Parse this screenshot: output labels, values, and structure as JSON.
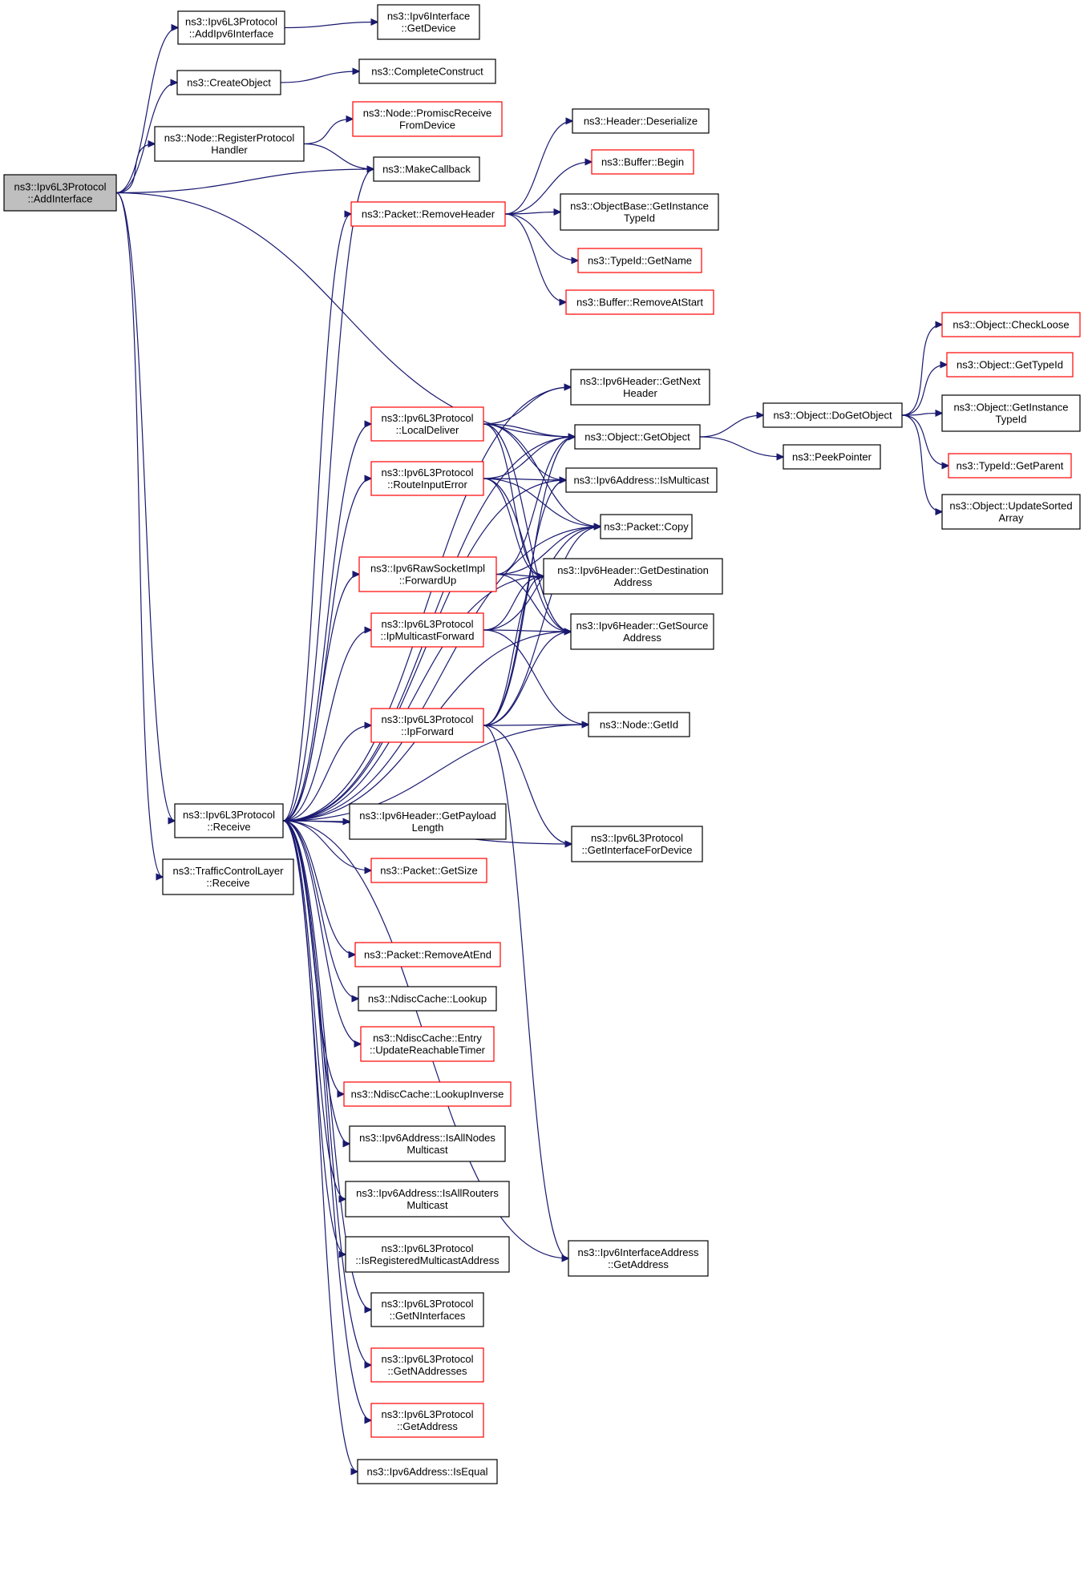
{
  "colors": {
    "edge": "#191970",
    "border_normal": "#000000",
    "border_highlight": "#ff0000",
    "root_fill": "#bfbfbf",
    "node_fill": "#ffffff"
  },
  "nodes": [
    {
      "id": "root",
      "lines": [
        "ns3::Ipv6L3Protocol",
        "::AddInterface"
      ],
      "style": "root"
    },
    {
      "id": "addIpv6Interface",
      "lines": [
        "ns3::Ipv6L3Protocol",
        "::AddIpv6Interface"
      ],
      "style": "black"
    },
    {
      "id": "ifaceGetDevice",
      "lines": [
        "ns3::Ipv6Interface",
        "::GetDevice"
      ],
      "style": "black"
    },
    {
      "id": "createObject",
      "lines": [
        "ns3::CreateObject"
      ],
      "style": "black"
    },
    {
      "id": "completeConstruct",
      "lines": [
        "ns3::CompleteConstruct"
      ],
      "style": "black"
    },
    {
      "id": "registerProtocolHandler",
      "lines": [
        "ns3::Node::RegisterProtocol",
        "Handler"
      ],
      "style": "black"
    },
    {
      "id": "promiscReceive",
      "lines": [
        "ns3::Node::PromiscReceive",
        "FromDevice"
      ],
      "style": "red"
    },
    {
      "id": "makeCallback",
      "lines": [
        "ns3::MakeCallback"
      ],
      "style": "black"
    },
    {
      "id": "headerDeserialize",
      "lines": [
        "ns3::Header::Deserialize"
      ],
      "style": "black"
    },
    {
      "id": "bufferBegin",
      "lines": [
        "ns3::Buffer::Begin"
      ],
      "style": "red"
    },
    {
      "id": "removeHeader",
      "lines": [
        "ns3::Packet::RemoveHeader"
      ],
      "style": "red"
    },
    {
      "id": "objectBaseGetInstanceTypeId",
      "lines": [
        "ns3::ObjectBase::GetInstance",
        "TypeId"
      ],
      "style": "black"
    },
    {
      "id": "typeIdGetName",
      "lines": [
        "ns3::TypeId::GetName"
      ],
      "style": "red"
    },
    {
      "id": "bufferRemoveAtStart",
      "lines": [
        "ns3::Buffer::RemoveAtStart"
      ],
      "style": "red"
    },
    {
      "id": "objectCheckLoose",
      "lines": [
        "ns3::Object::CheckLoose"
      ],
      "style": "red"
    },
    {
      "id": "objectGetTypeId",
      "lines": [
        "ns3::Object::GetTypeId"
      ],
      "style": "red"
    },
    {
      "id": "getNextHeader",
      "lines": [
        "ns3::Ipv6Header::GetNext",
        "Header"
      ],
      "style": "black"
    },
    {
      "id": "objectDoGetObject",
      "lines": [
        "ns3::Object::DoGetObject"
      ],
      "style": "black"
    },
    {
      "id": "objectGetInstanceTypeId",
      "lines": [
        "ns3::Object::GetInstance",
        "TypeId"
      ],
      "style": "black"
    },
    {
      "id": "localDeliver",
      "lines": [
        "ns3::Ipv6L3Protocol",
        "::LocalDeliver"
      ],
      "style": "red"
    },
    {
      "id": "objectGetObject",
      "lines": [
        "ns3::Object::GetObject"
      ],
      "style": "black"
    },
    {
      "id": "typeIdGetParent",
      "lines": [
        "ns3::TypeId::GetParent"
      ],
      "style": "red"
    },
    {
      "id": "peekPointer",
      "lines": [
        "ns3::PeekPointer"
      ],
      "style": "black"
    },
    {
      "id": "routeInputError",
      "lines": [
        "ns3::Ipv6L3Protocol",
        "::RouteInputError"
      ],
      "style": "red"
    },
    {
      "id": "isMulticast",
      "lines": [
        "ns3::Ipv6Address::IsMulticast"
      ],
      "style": "black"
    },
    {
      "id": "updateSortedArray",
      "lines": [
        "ns3::Object::UpdateSorted",
        "Array"
      ],
      "style": "black"
    },
    {
      "id": "packetCopy",
      "lines": [
        "ns3::Packet::Copy"
      ],
      "style": "black"
    },
    {
      "id": "rawForwardUp",
      "lines": [
        "ns3::Ipv6RawSocketImpl",
        "::ForwardUp"
      ],
      "style": "red"
    },
    {
      "id": "getDestinationAddress",
      "lines": [
        "ns3::Ipv6Header::GetDestination",
        "Address"
      ],
      "style": "black"
    },
    {
      "id": "ipMulticastForward",
      "lines": [
        "ns3::Ipv6L3Protocol",
        "::IpMulticastForward"
      ],
      "style": "red"
    },
    {
      "id": "getSourceAddress",
      "lines": [
        "ns3::Ipv6Header::GetSource",
        "Address"
      ],
      "style": "black"
    },
    {
      "id": "ipForward",
      "lines": [
        "ns3::Ipv6L3Protocol",
        "::IpForward"
      ],
      "style": "red"
    },
    {
      "id": "nodeGetId",
      "lines": [
        "ns3::Node::GetId"
      ],
      "style": "black"
    },
    {
      "id": "receive",
      "lines": [
        "ns3::Ipv6L3Protocol",
        "::Receive"
      ],
      "style": "black"
    },
    {
      "id": "getPayloadLength",
      "lines": [
        "ns3::Ipv6Header::GetPayload",
        "Length"
      ],
      "style": "black"
    },
    {
      "id": "getInterfaceForDevice",
      "lines": [
        "ns3::Ipv6L3Protocol",
        "::GetInterfaceForDevice"
      ],
      "style": "black"
    },
    {
      "id": "packetGetSize",
      "lines": [
        "ns3::Packet::GetSize"
      ],
      "style": "red"
    },
    {
      "id": "tcReceive",
      "lines": [
        "ns3::TrafficControlLayer",
        "::Receive"
      ],
      "style": "black"
    },
    {
      "id": "removeAtEnd",
      "lines": [
        "ns3::Packet::RemoveAtEnd"
      ],
      "style": "red"
    },
    {
      "id": "ndiscLookup",
      "lines": [
        "ns3::NdiscCache::Lookup"
      ],
      "style": "black"
    },
    {
      "id": "updateReachableTimer",
      "lines": [
        "ns3::NdiscCache::Entry",
        "::UpdateReachableTimer"
      ],
      "style": "red"
    },
    {
      "id": "ndiscLookupInverse",
      "lines": [
        "ns3::NdiscCache::LookupInverse"
      ],
      "style": "red"
    },
    {
      "id": "isAllNodesMulticast",
      "lines": [
        "ns3::Ipv6Address::IsAllNodes",
        "Multicast"
      ],
      "style": "black"
    },
    {
      "id": "isAllRoutersMulticast",
      "lines": [
        "ns3::Ipv6Address::IsAllRouters",
        "Multicast"
      ],
      "style": "black"
    },
    {
      "id": "isRegisteredMulticastAddress",
      "lines": [
        "ns3::Ipv6L3Protocol",
        "::IsRegisteredMulticastAddress"
      ],
      "style": "black"
    },
    {
      "id": "ifaceAddrGetAddress",
      "lines": [
        "ns3::Ipv6InterfaceAddress",
        "::GetAddress"
      ],
      "style": "black"
    },
    {
      "id": "getNInterfaces",
      "lines": [
        "ns3::Ipv6L3Protocol",
        "::GetNInterfaces"
      ],
      "style": "black"
    },
    {
      "id": "getNAddresses",
      "lines": [
        "ns3::Ipv6L3Protocol",
        "::GetNAddresses"
      ],
      "style": "red"
    },
    {
      "id": "getAddress",
      "lines": [
        "ns3::Ipv6L3Protocol",
        "::GetAddress"
      ],
      "style": "red"
    },
    {
      "id": "isEqual",
      "lines": [
        "ns3::Ipv6Address::IsEqual"
      ],
      "style": "black"
    }
  ],
  "edges": [
    [
      "root",
      "addIpv6Interface"
    ],
    [
      "root",
      "createObject"
    ],
    [
      "root",
      "registerProtocolHandler"
    ],
    [
      "root",
      "makeCallback"
    ],
    [
      "root",
      "objectGetObject"
    ],
    [
      "root",
      "receive"
    ],
    [
      "root",
      "tcReceive"
    ],
    [
      "addIpv6Interface",
      "ifaceGetDevice"
    ],
    [
      "createObject",
      "completeConstruct"
    ],
    [
      "registerProtocolHandler",
      "promiscReceive"
    ],
    [
      "registerProtocolHandler",
      "makeCallback"
    ],
    [
      "removeHeader",
      "headerDeserialize"
    ],
    [
      "removeHeader",
      "bufferBegin"
    ],
    [
      "removeHeader",
      "objectBaseGetInstanceTypeId"
    ],
    [
      "removeHeader",
      "typeIdGetName"
    ],
    [
      "removeHeader",
      "bufferRemoveAtStart"
    ],
    [
      "objectGetObject",
      "objectDoGetObject"
    ],
    [
      "objectGetObject",
      "peekPointer"
    ],
    [
      "objectDoGetObject",
      "objectCheckLoose"
    ],
    [
      "objectDoGetObject",
      "objectGetTypeId"
    ],
    [
      "objectDoGetObject",
      "objectGetInstanceTypeId"
    ],
    [
      "objectDoGetObject",
      "typeIdGetParent"
    ],
    [
      "objectDoGetObject",
      "updateSortedArray"
    ],
    [
      "localDeliver",
      "getNextHeader"
    ],
    [
      "localDeliver",
      "objectGetObject"
    ],
    [
      "localDeliver",
      "isMulticast"
    ],
    [
      "localDeliver",
      "packetCopy"
    ],
    [
      "localDeliver",
      "getDestinationAddress"
    ],
    [
      "localDeliver",
      "getSourceAddress"
    ],
    [
      "routeInputError",
      "objectGetObject"
    ],
    [
      "routeInputError",
      "isMulticast"
    ],
    [
      "routeInputError",
      "packetCopy"
    ],
    [
      "routeInputError",
      "getDestinationAddress"
    ],
    [
      "routeInputError",
      "getSourceAddress"
    ],
    [
      "rawForwardUp",
      "objectGetObject"
    ],
    [
      "rawForwardUp",
      "packetCopy"
    ],
    [
      "rawForwardUp",
      "getDestinationAddress"
    ],
    [
      "rawForwardUp",
      "getSourceAddress"
    ],
    [
      "ipMulticastForward",
      "packetCopy"
    ],
    [
      "ipMulticastForward",
      "getDestinationAddress"
    ],
    [
      "ipMulticastForward",
      "getSourceAddress"
    ],
    [
      "ipMulticastForward",
      "nodeGetId"
    ],
    [
      "ipForward",
      "objectGetObject"
    ],
    [
      "ipForward",
      "isMulticast"
    ],
    [
      "ipForward",
      "packetCopy"
    ],
    [
      "ipForward",
      "getDestinationAddress"
    ],
    [
      "ipForward",
      "getSourceAddress"
    ],
    [
      "ipForward",
      "nodeGetId"
    ],
    [
      "ipForward",
      "getInterfaceForDevice"
    ],
    [
      "ipForward",
      "ifaceAddrGetAddress"
    ],
    [
      "receive",
      "makeCallback"
    ],
    [
      "receive",
      "removeHeader"
    ],
    [
      "receive",
      "getNextHeader"
    ],
    [
      "receive",
      "objectGetObject"
    ],
    [
      "receive",
      "localDeliver"
    ],
    [
      "receive",
      "routeInputError"
    ],
    [
      "receive",
      "isMulticast"
    ],
    [
      "receive",
      "packetCopy"
    ],
    [
      "receive",
      "rawForwardUp"
    ],
    [
      "receive",
      "getDestinationAddress"
    ],
    [
      "receive",
      "ipMulticastForward"
    ],
    [
      "receive",
      "getSourceAddress"
    ],
    [
      "receive",
      "ipForward"
    ],
    [
      "receive",
      "nodeGetId"
    ],
    [
      "receive",
      "getPayloadLength"
    ],
    [
      "receive",
      "getInterfaceForDevice"
    ],
    [
      "receive",
      "packetGetSize"
    ],
    [
      "receive",
      "removeAtEnd"
    ],
    [
      "receive",
      "ndiscLookup"
    ],
    [
      "receive",
      "updateReachableTimer"
    ],
    [
      "receive",
      "ndiscLookupInverse"
    ],
    [
      "receive",
      "isAllNodesMulticast"
    ],
    [
      "receive",
      "isAllRoutersMulticast"
    ],
    [
      "receive",
      "isRegisteredMulticastAddress"
    ],
    [
      "receive",
      "getNInterfaces"
    ],
    [
      "receive",
      "getNAddresses"
    ],
    [
      "receive",
      "getAddress"
    ],
    [
      "receive",
      "isEqual"
    ],
    [
      "receive",
      "ifaceAddrGetAddress"
    ]
  ]
}
